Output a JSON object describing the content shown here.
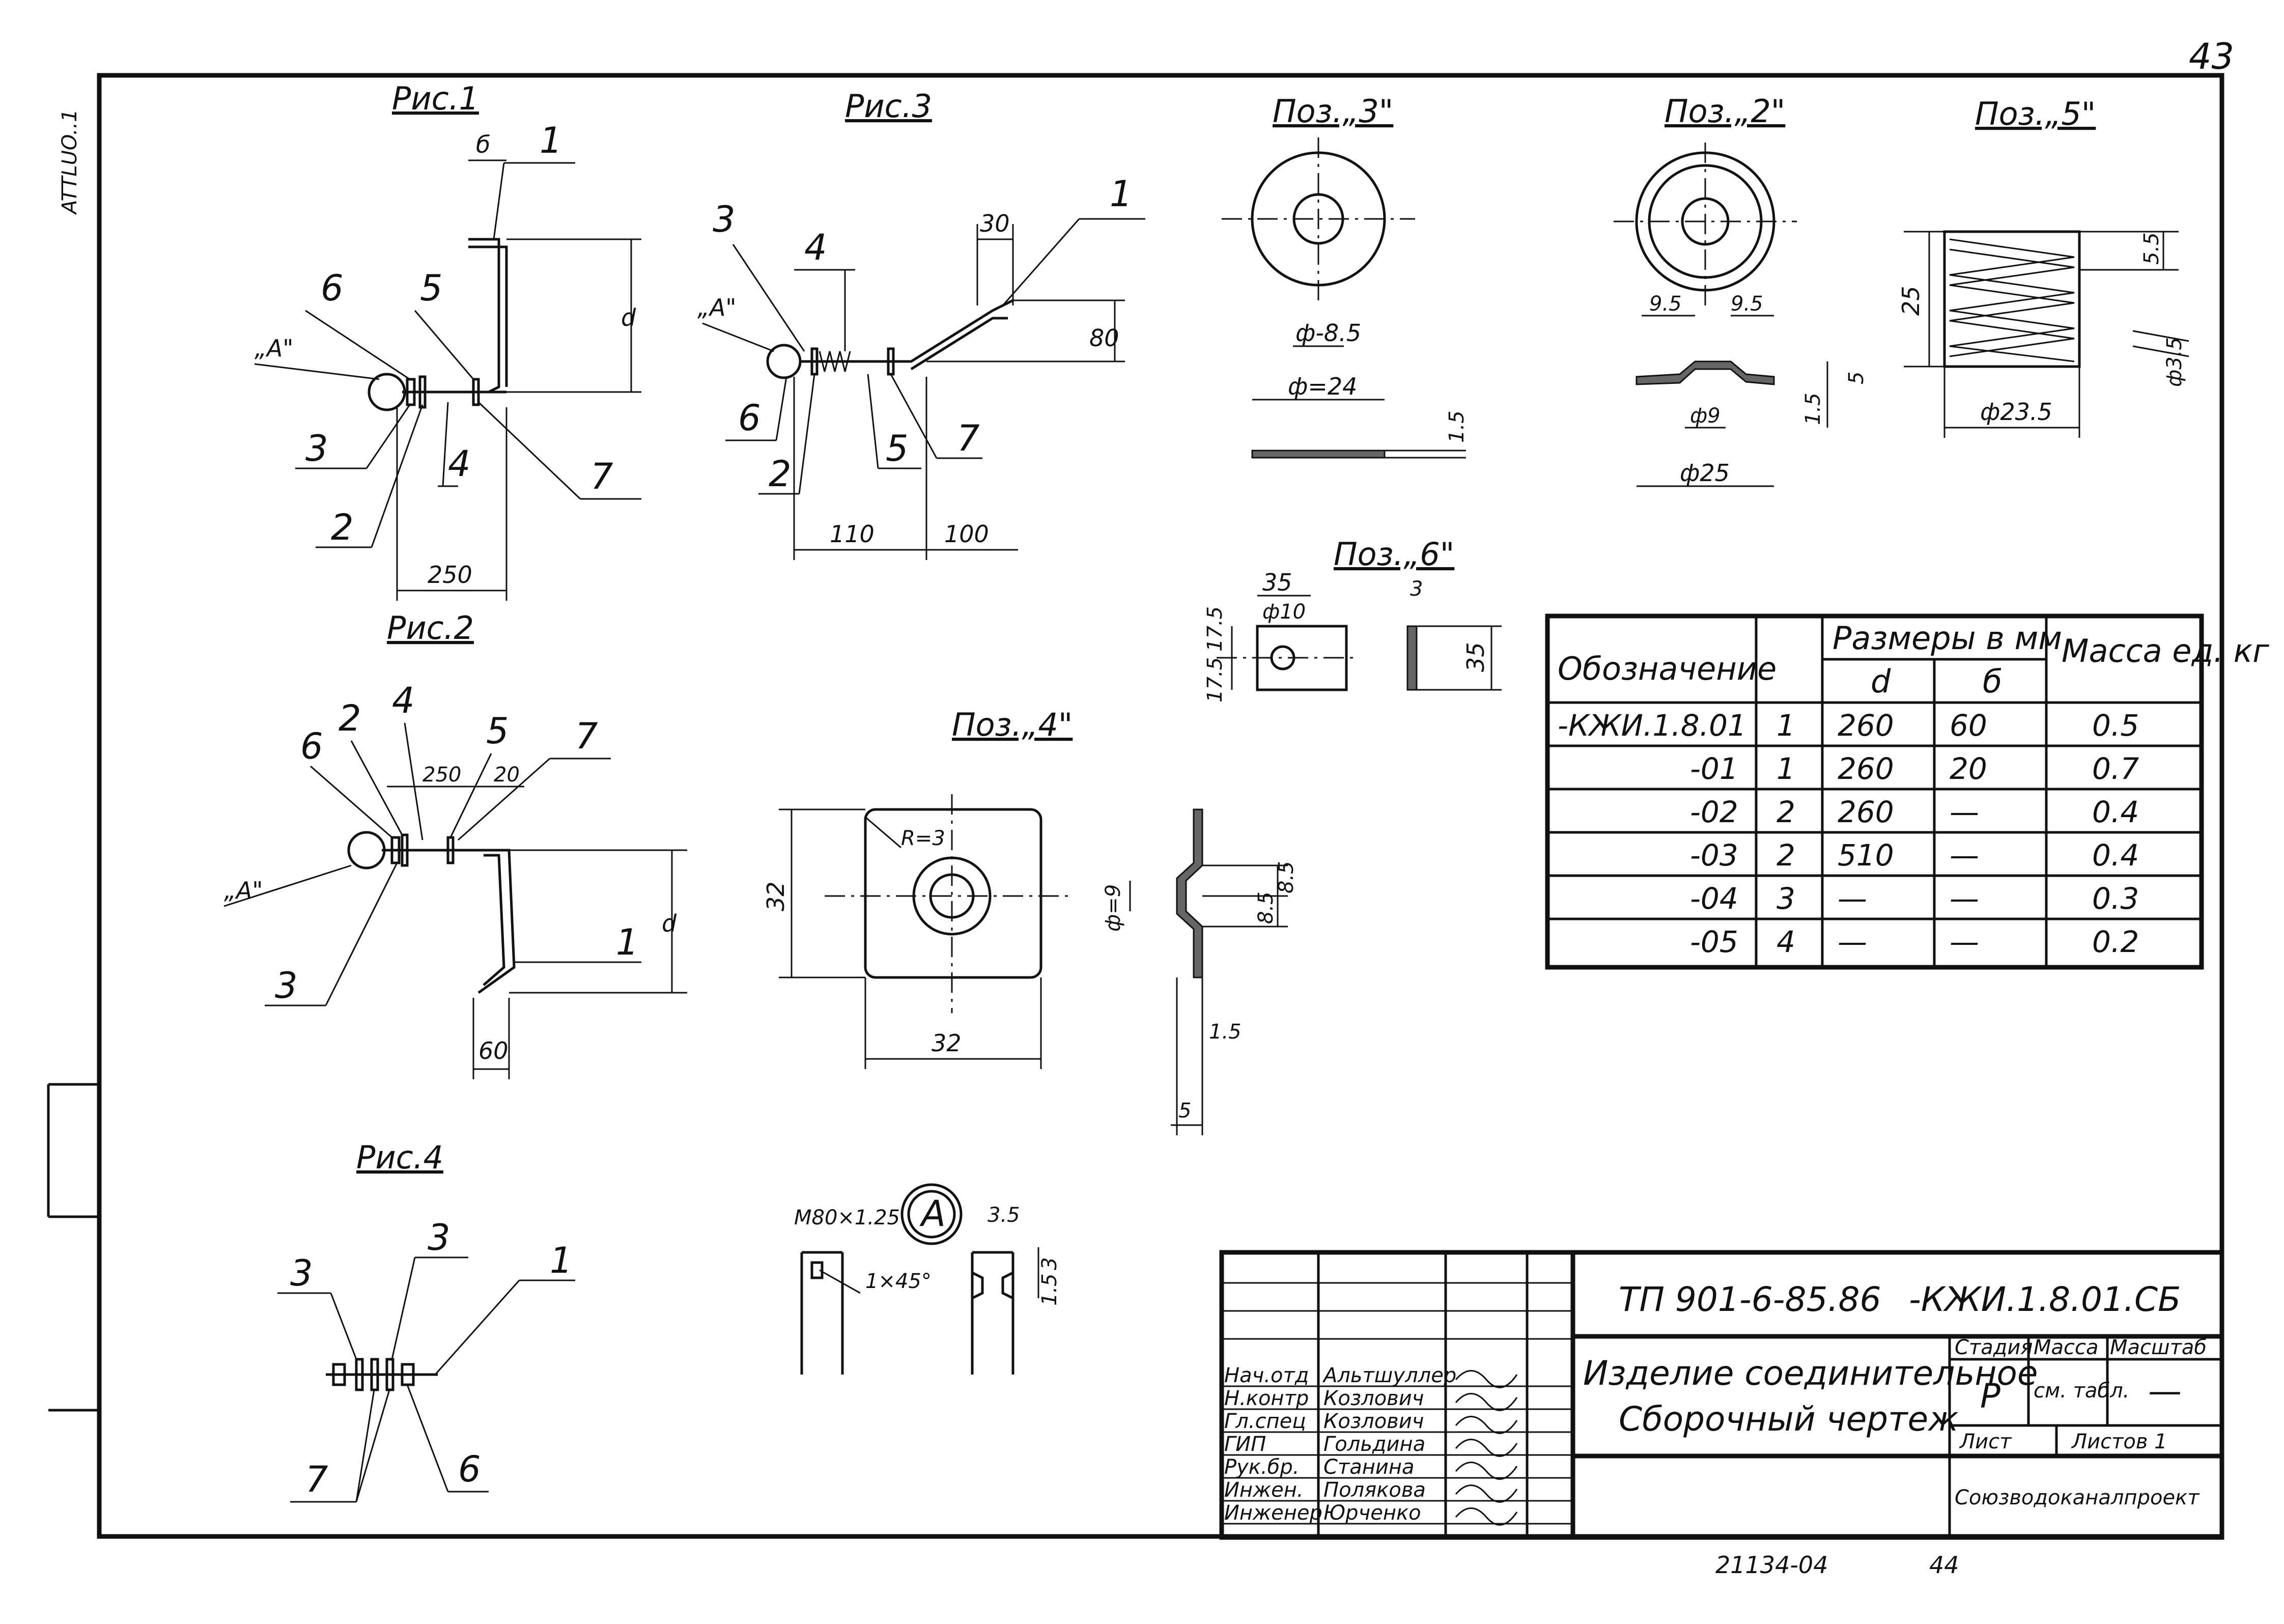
{
  "sheet_corner": "43",
  "margin_note": "ATTLUO..1",
  "views": {
    "ris1": {
      "title": "Рис.1",
      "labels": [
        "1",
        "6",
        "5",
        "3",
        "4",
        "7",
        "2"
      ],
      "A": "„А\"",
      "dims": {
        "delta": "б",
        "d": "d",
        "w": "250"
      }
    },
    "ris2": {
      "title": "Рис.2",
      "labels": [
        "2",
        "4",
        "6",
        "5",
        "7",
        "1",
        "3"
      ],
      "A": "„А\"",
      "dims": {
        "250": "250",
        "20": "20",
        "d": "d",
        "60": "60"
      }
    },
    "ris3": {
      "title": "Рис.3",
      "labels": [
        "3",
        "4",
        "1",
        "6",
        "2",
        "5",
        "7"
      ],
      "A": "„А\"",
      "dims": {
        "30": "30",
        "80": "80",
        "110": "110",
        "100": "100"
      }
    },
    "ris4": {
      "title": "Рис.4",
      "labels": [
        "3",
        "3",
        "1",
        "7",
        "6"
      ]
    },
    "poz3": {
      "title": "Поз.„3\"",
      "dims": {
        "d_in": "ф-8.5",
        "d_out": "ф=24",
        "t": "1.5"
      }
    },
    "poz2": {
      "title": "Поз.„2\"",
      "dims": {
        "a": "9.5",
        "b": "9.5",
        "h": "5",
        "t": "1.5",
        "d_in": "ф9",
        "d_out": "ф25"
      }
    },
    "poz5": {
      "title": "Поз.„5\"",
      "dims": {
        "h": "25",
        "step": "5.5",
        "wire": "ф3.5",
        "d": "ф23.5"
      }
    },
    "poz6": {
      "title": "Поз.„6\"",
      "dims": {
        "w": "35",
        "hole": "ф10",
        "t": "3",
        "a": "17.5",
        "b": "17.5",
        "h": "35"
      }
    },
    "poz4": {
      "title": "Поз.„4\"",
      "dims": {
        "r": "R=3",
        "h": "32",
        "w": "32",
        "d": "ф=9",
        "a": "8.5",
        "b": "8.5",
        "t": "1.5",
        "s": "5"
      }
    },
    "detailA": {
      "thread": "M80×1.25",
      "callout": "А",
      "chamfer": "1×45°",
      "d1": "3.5",
      "d2": "3",
      "d3": "1.5"
    }
  },
  "table": {
    "headers": {
      "designation": "Обозначение",
      "dims_group": "Размеры в мм",
      "d": "d",
      "delta": "б",
      "mass": "Масса ед. кг"
    },
    "rows": [
      [
        "-КЖИ.1.8.01",
        "1",
        "260",
        "60",
        "0.5"
      ],
      [
        "-01",
        "1",
        "260",
        "20",
        "0.7"
      ],
      [
        "-02",
        "2",
        "260",
        "—",
        "0.4"
      ],
      [
        "-03",
        "2",
        "510",
        "—",
        "0.4"
      ],
      [
        "-04",
        "3",
        "—",
        "—",
        "0.3"
      ],
      [
        "-05",
        "4",
        "—",
        "—",
        "0.2"
      ]
    ]
  },
  "title_block": {
    "doc_code": "ТП 901-6-85.86",
    "doc_suffix": "-КЖИ.1.8.01.СБ",
    "name_line1": "Изделие соединительное",
    "name_line2": "Сборочный чертеж",
    "stage_label": "Стадия",
    "mass_label": "Масса",
    "scale_label": "Масштаб",
    "stage_value": "Р",
    "mass_value": "см. табл.",
    "scale_value": "—",
    "sheet_label": "Лист",
    "sheets_label": "Листов 1",
    "org": "Союзводоканалпроект",
    "people": [
      [
        "Нач.отд",
        "Альтшуллер"
      ],
      [
        "Н.контр",
        "Козлович"
      ],
      [
        "Гл.спец",
        "Козлович"
      ],
      [
        "ГИП",
        "Гольдина"
      ],
      [
        "Рук.бр.",
        "Станина"
      ],
      [
        "Инжен.",
        "Полякова"
      ],
      [
        "Инженер",
        "Юрченко"
      ]
    ]
  },
  "footer": {
    "archive": "21134-04",
    "page": "44"
  }
}
